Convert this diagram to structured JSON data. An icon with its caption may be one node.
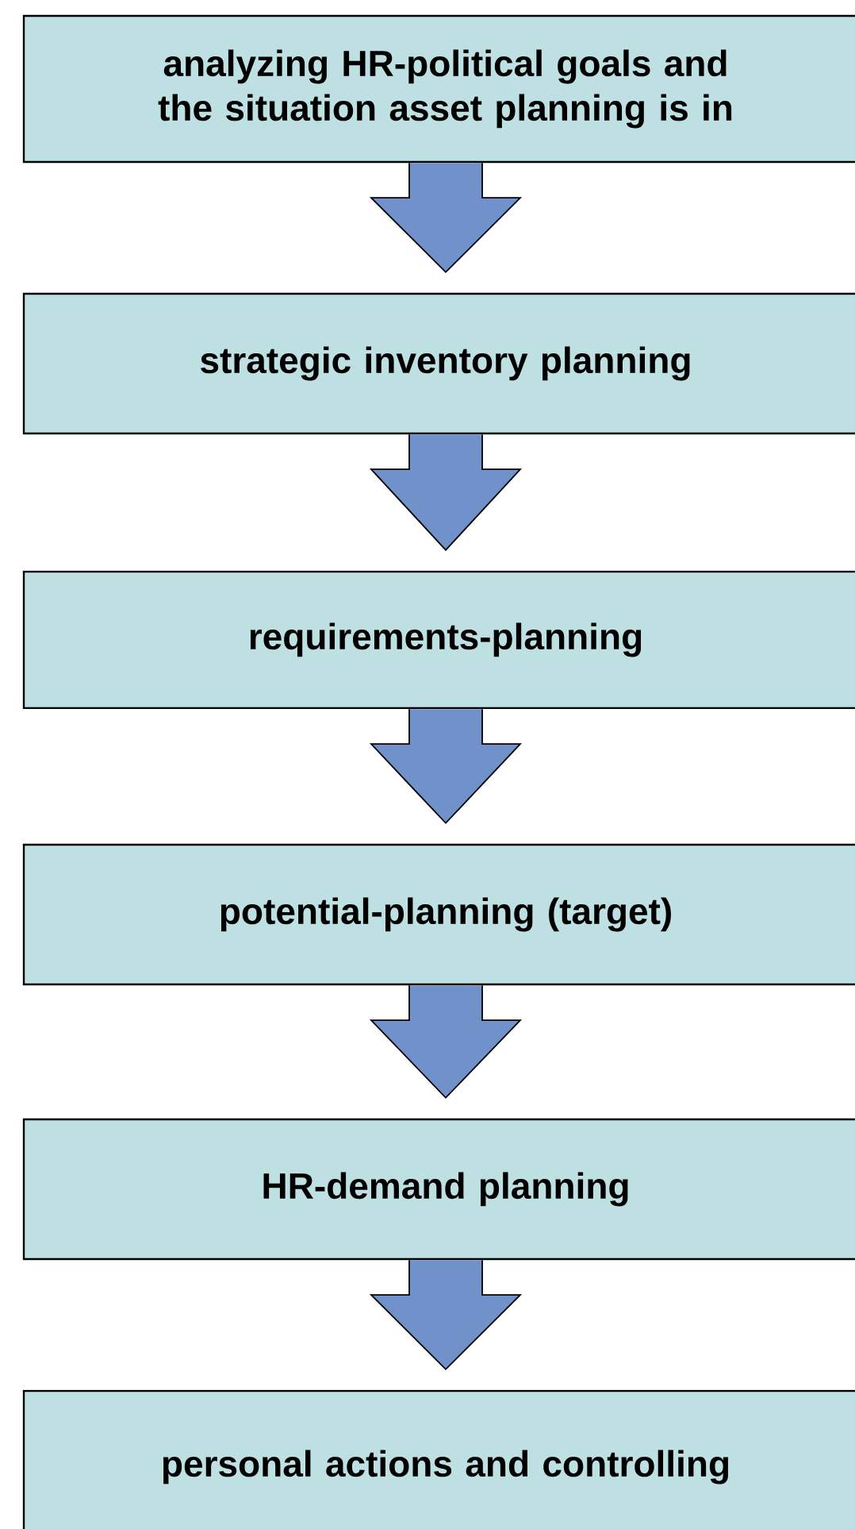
{
  "diagram": {
    "nodes": [
      {
        "text": [
          "analyzing HR-political goals and the situation asset planning is in"
        ]
      },
      {
        "text": [
          "strategic inventory planning"
        ]
      },
      {
        "text": [
          "requirements-planning"
        ]
      },
      {
        "text": [
          "potential-planning (target)"
        ]
      },
      {
        "text": [
          "HR-demand planning"
        ]
      },
      {
        "text": [
          "personal actions and controlling"
        ]
      }
    ],
    "edges": [
      {
        "from": 0,
        "to": 1,
        "arrow": "to"
      },
      {
        "from": 1,
        "to": 2,
        "arrow": "to"
      },
      {
        "from": 2,
        "to": 3,
        "arrow": "to"
      },
      {
        "from": 3,
        "to": 4,
        "arrow": "to"
      },
      {
        "from": 4,
        "to": 5,
        "arrow": "to"
      }
    ]
  }
}
